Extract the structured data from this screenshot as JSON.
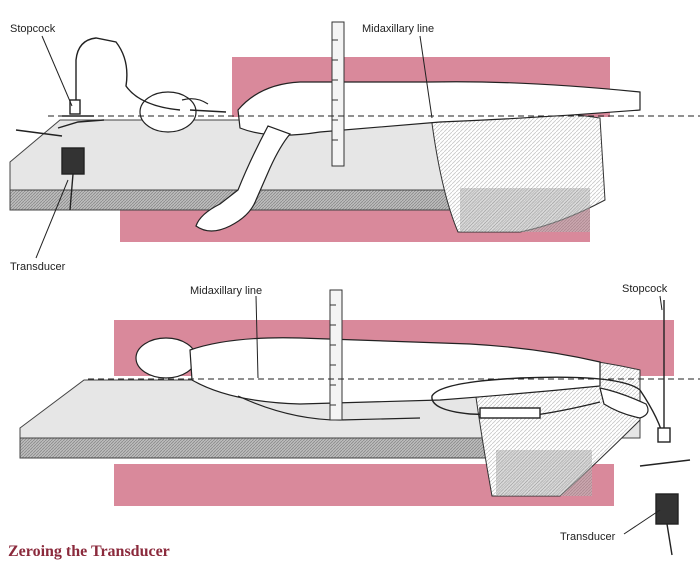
{
  "top_panel": {
    "labels": {
      "stopcock": "Stopcock",
      "midaxillary": "Midaxillary line",
      "transducer": "Transducer"
    }
  },
  "bottom_panel": {
    "labels": {
      "midaxillary": "Midaxillary line",
      "stopcock": "Stopcock",
      "transducer": "Transducer"
    }
  },
  "caption": "Zeroing the Transducer",
  "colors": {
    "pink_band": "#d9899b",
    "table_top": "#e4e4e4",
    "table_edge": "#555555",
    "caption": "#8b2a3c",
    "ink": "#1e1e1e"
  }
}
